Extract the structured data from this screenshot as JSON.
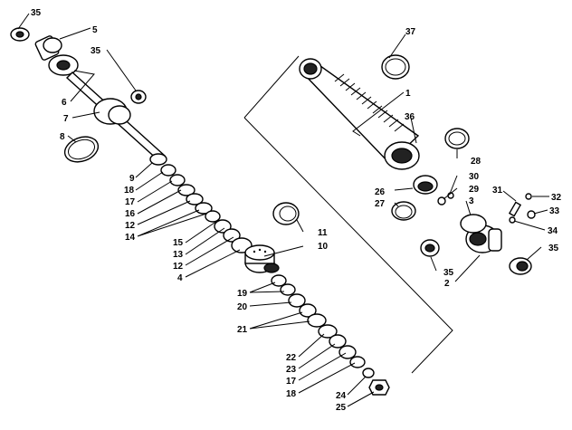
{
  "labels": {
    "p1": "1",
    "p2": "2",
    "p3": "3",
    "p4": "4",
    "p5": "5",
    "p6": "6",
    "p7": "7",
    "p8": "8",
    "p9": "9",
    "p10": "10",
    "p11": "11",
    "p12a": "12",
    "p12b": "12",
    "p13": "13",
    "p14": "14",
    "p15": "15",
    "p16": "16",
    "p17a": "17",
    "p17b": "17",
    "p18a": "18",
    "p18b": "18",
    "p19": "19",
    "p20": "20",
    "p21": "21",
    "p22": "22",
    "p23": "23",
    "p24": "24",
    "p25": "25",
    "p26": "26",
    "p27": "27",
    "p28": "28",
    "p29": "29",
    "p30": "30",
    "p31": "31",
    "p32": "32",
    "p33": "33",
    "p34": "34",
    "p35a": "35",
    "p35b": "35",
    "p35c": "35",
    "p35d": "35",
    "p36": "36",
    "p37": "37"
  }
}
